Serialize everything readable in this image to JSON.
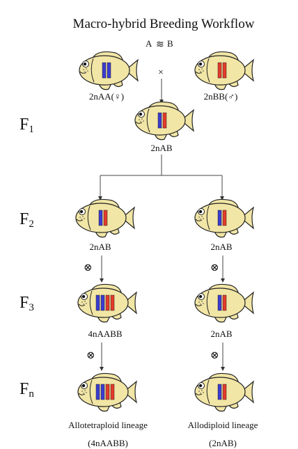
{
  "title": "Macro-hybrid Breeding Workflow",
  "species_relation": {
    "left": "A",
    "symbol": "≋",
    "right": "B"
  },
  "cross_symbol": "×",
  "selfing_symbol": "⊗",
  "generations": {
    "f1": "F",
    "f1_sub": "1",
    "f2": "F",
    "f2_sub": "2",
    "f3": "F",
    "f3_sub": "3",
    "fn": "F",
    "fn_sub": "n"
  },
  "labels": {
    "parent_female": "2nAA(♀)",
    "parent_male": "2nBB(♂)",
    "f1": "2nAB",
    "f2_left": "2nAB",
    "f2_right": "2nAB",
    "f3_left": "4nAABB",
    "f3_right": "2nAB"
  },
  "lineages": {
    "left_name": "Allotetraploid lineage",
    "left_genome": "(4nAABB)",
    "right_name": "Allodiploid lineage",
    "right_genome": "(2nAB)"
  },
  "colors": {
    "fish_body": "#f2e6a6",
    "fish_stroke": "#222222",
    "chrom_a": "#3b3bd1",
    "chrom_b": "#e43a2a"
  }
}
